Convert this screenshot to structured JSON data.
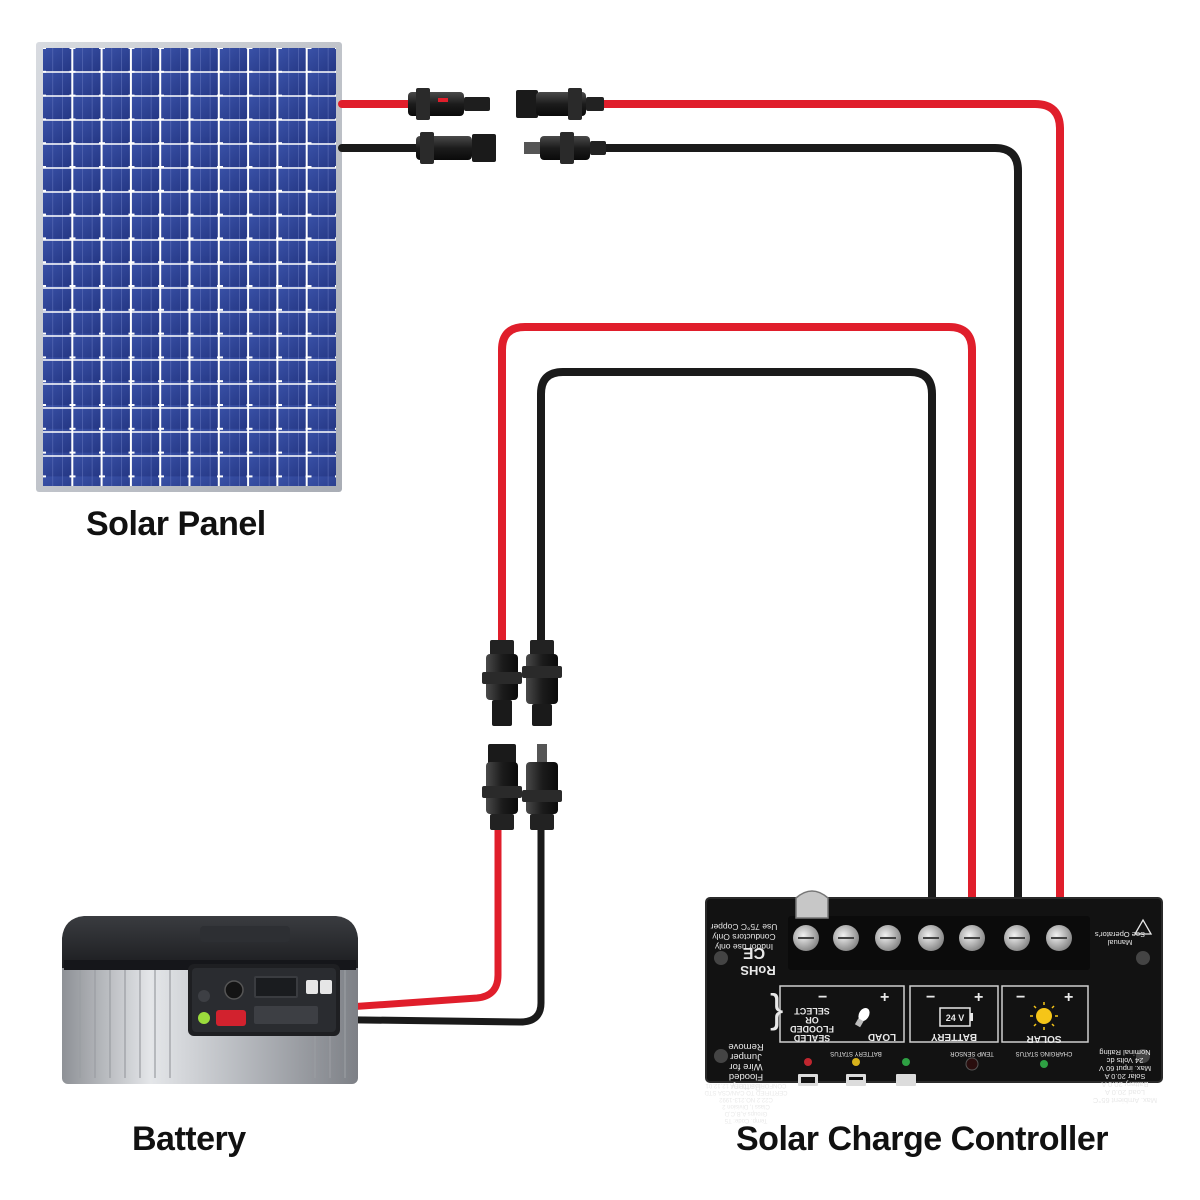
{
  "labels": {
    "solar_panel": "Solar Panel",
    "battery": "Battery",
    "controller": "Solar Charge Controller"
  },
  "controller_panel": {
    "terminal_groups": [
      "LOAD",
      "BATTERY",
      "SOLAR"
    ],
    "battery_voltage": "24 V",
    "select_label": [
      "SELECT",
      "OR",
      "FLOODED",
      "SEALED"
    ],
    "jumper_note": [
      "Remove",
      "Jumper",
      "Wire for",
      "Flooded",
      "Battery"
    ],
    "rohs": "RoHS",
    "ce": "CE",
    "conductor_note": [
      "Use 75°C Copper",
      "Conductors Only",
      "Indoor use only"
    ],
    "rating": [
      "Nominal Rating",
      "24 Volts dc",
      "Max. input 60 V",
      "Solar 20.0 A",
      "Battery 20.0 A",
      "Load 20.0 A",
      "Max. Ambient 65°C"
    ],
    "manual_note": [
      "See Operator's",
      "Manual"
    ],
    "status_labels": [
      "BATTERY STATUS",
      "TEMP SENSOR",
      "CHARGING STATUS"
    ],
    "cert_note": [
      "CONFORMS TO ISA 12.12.01",
      "CERTIFIED TO CAN/CSA STD",
      "C22.2 NO.213-1992",
      "Class I, Division 2",
      "Groups A,B,C,D",
      "Temp. Code: T5"
    ]
  },
  "colors": {
    "positive_wire": "#e01e2b",
    "negative_wire": "#1a1a1a",
    "panel_cell": "#2c3f8f",
    "controller_body": "#121212"
  }
}
